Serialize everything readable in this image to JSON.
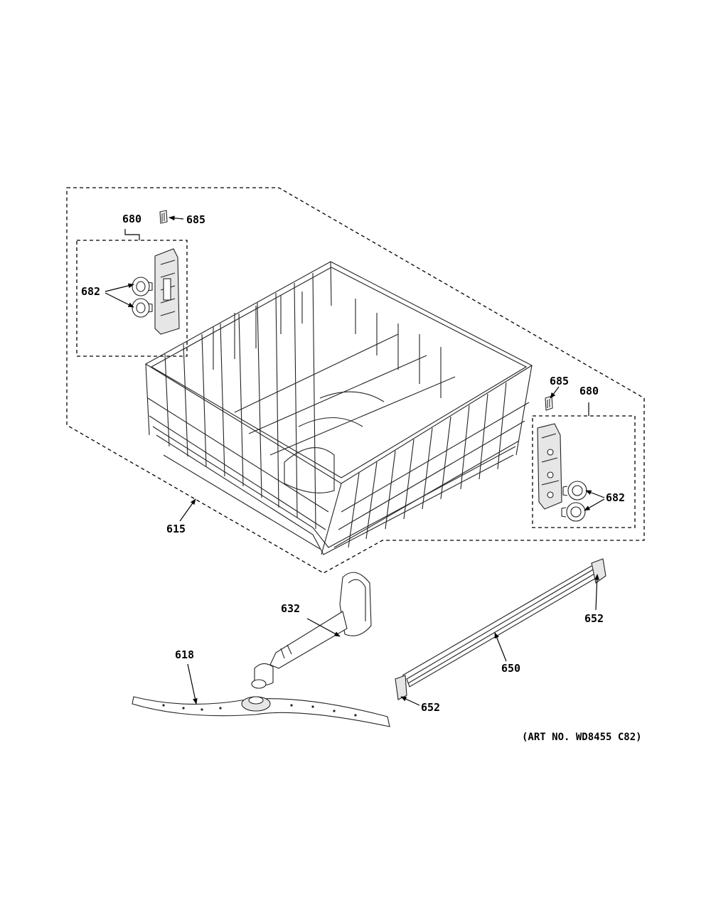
{
  "callouts": {
    "p680_left": "680",
    "p685_left": "685",
    "p682_left": "682",
    "p685_right": "685",
    "p680_right": "680",
    "p682_right": "682",
    "p615": "615",
    "p632": "632",
    "p618": "618",
    "p652_top": "652",
    "p650": "650",
    "p652_bottom": "652"
  },
  "art_number": "(ART NO. WD8455 C82)"
}
